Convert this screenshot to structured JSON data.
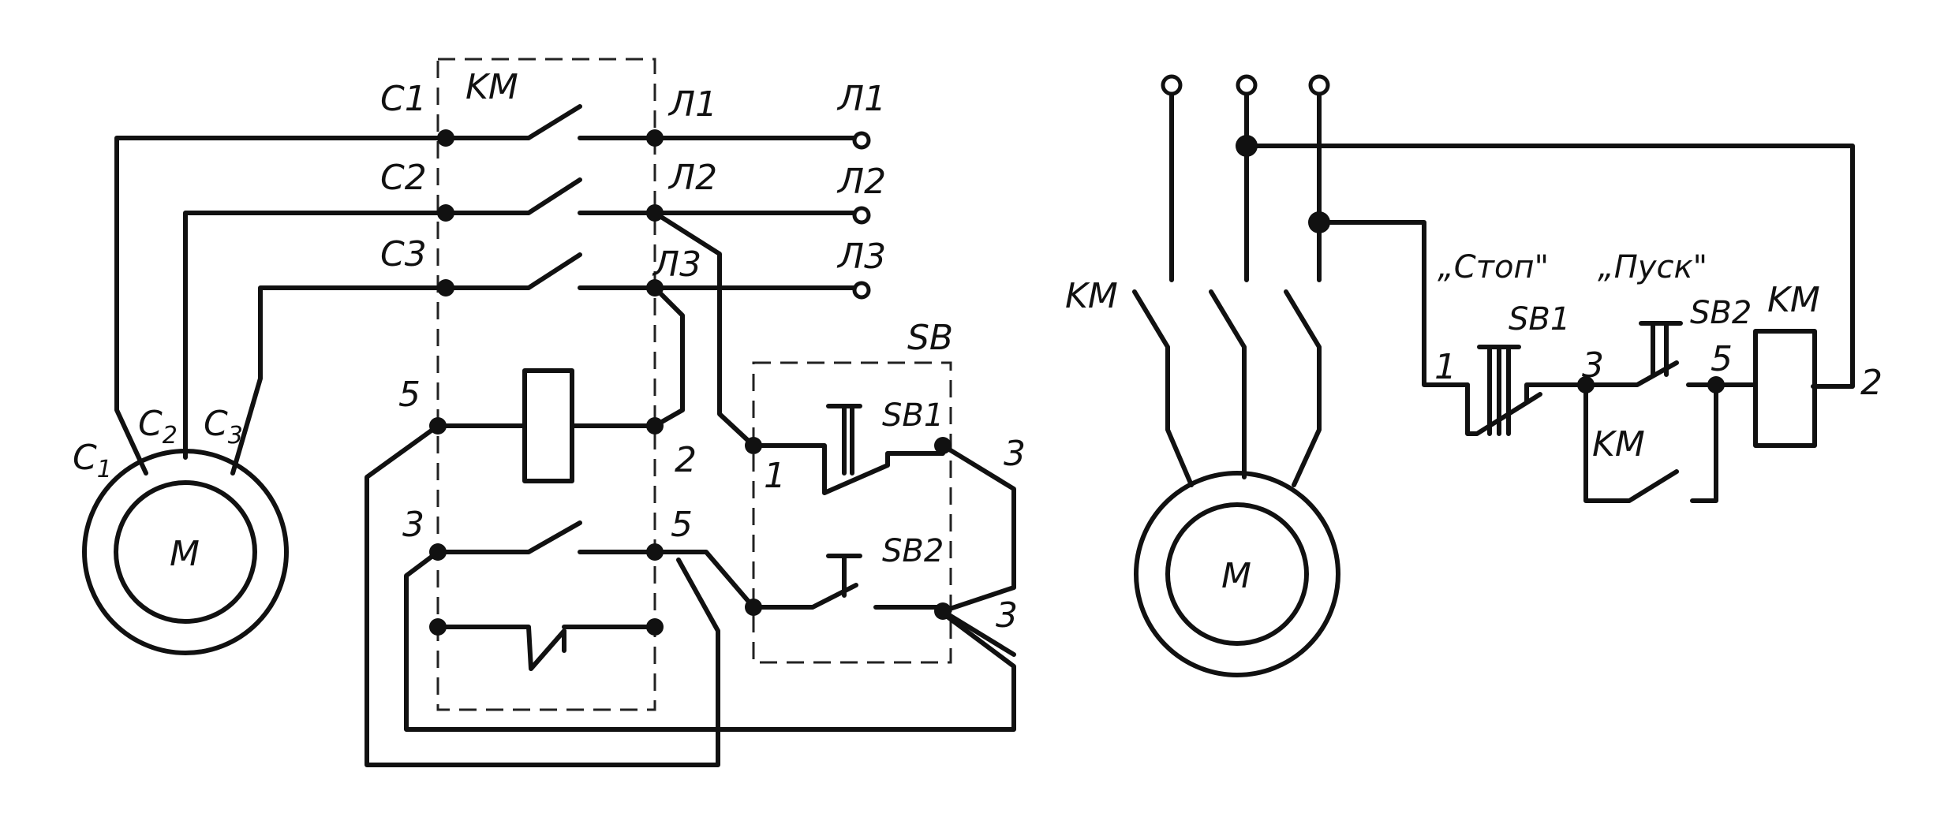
{
  "left": {
    "contactor": "KM",
    "motor": "M",
    "stator_top": [
      "C1",
      "C2",
      "C3"
    ],
    "stator_motor": [
      {
        "b": "C",
        "s": "1"
      },
      {
        "b": "C",
        "s": "2"
      },
      {
        "b": "C",
        "s": "3"
      }
    ],
    "line_near": [
      "Л1",
      "Л2",
      "Л3"
    ],
    "line_far": [
      "Л1",
      "Л2",
      "Л3"
    ],
    "nodes": {
      "n5a": "5",
      "n2": "2",
      "n3a": "3",
      "n5b": "5",
      "n1": "1",
      "n3b": "3",
      "n3c": "3"
    },
    "sb_box": "SB",
    "sb1": "SB1",
    "sb2": "SB2"
  },
  "right": {
    "contactor": "KM",
    "motor": "M",
    "stop": "„Стоп\"",
    "start": "„Пуск\"",
    "sb1": "SB1",
    "sb2": "SB2",
    "coil": "KM",
    "aux": "KM",
    "nodes": {
      "n1": "1",
      "n3": "3",
      "n5": "5",
      "n2": "2"
    }
  }
}
